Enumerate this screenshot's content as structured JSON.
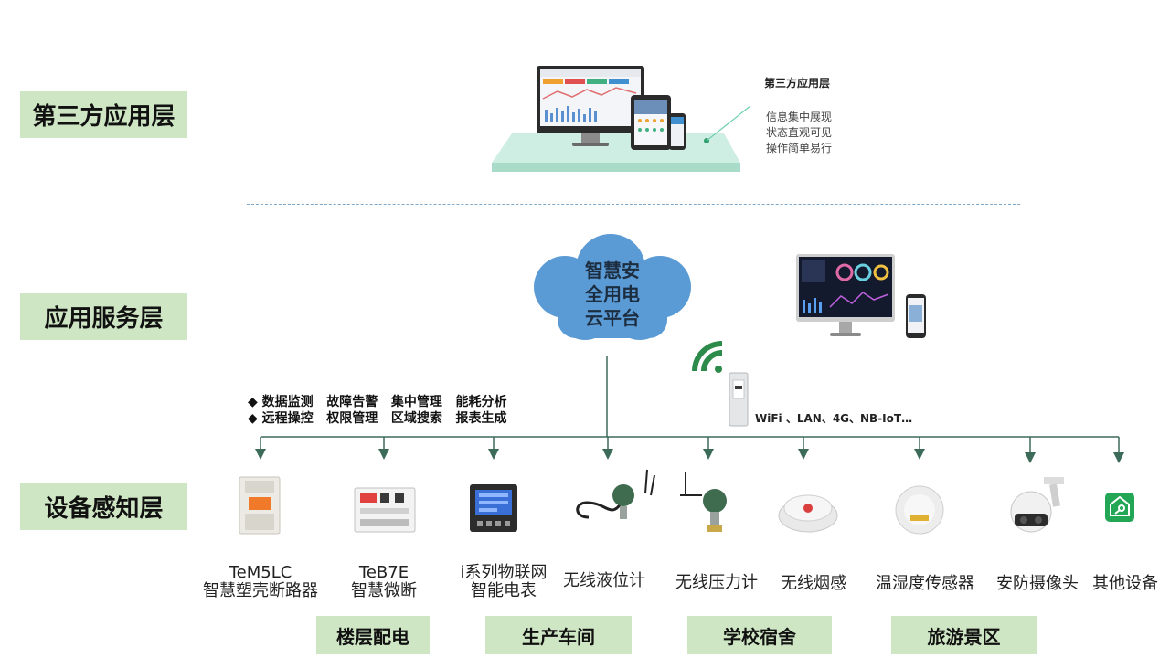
{
  "layers": {
    "third_party": "第三方应用层",
    "service": "应用服务层",
    "device": "设备感知层"
  },
  "third_party_panel": {
    "title": "第三方应用层",
    "lines": [
      "信息集中展现",
      "状态直观可见",
      "操作简单易行"
    ]
  },
  "cloud": {
    "lines": [
      "智慧安",
      "全用电",
      "云平台"
    ]
  },
  "features": {
    "row1": "◆ 数据监测   故障告警   集中管理   能耗分析",
    "row2": "◆ 远程操控   权限管理   区域搜索   报表生成"
  },
  "network_text": "WiFi 、LAN、4G、NB-IoT…",
  "devices": [
    {
      "line1": "TeM5LC",
      "line2": "智慧塑壳断路器",
      "icon": "molded-case-breaker-icon"
    },
    {
      "line1": "TeB7E",
      "line2": "智慧微断",
      "icon": "miniature-breaker-icon"
    },
    {
      "line1": "i系列物联网",
      "line2": "智能电表",
      "icon": "smart-meter-icon"
    },
    {
      "line1": "无线液位计",
      "line2": "",
      "icon": "level-meter-icon"
    },
    {
      "line1": "无线压力计",
      "line2": "",
      "icon": "pressure-gauge-icon"
    },
    {
      "line1": "无线烟感",
      "line2": "",
      "icon": "smoke-detector-icon"
    },
    {
      "line1": "温湿度传感器",
      "line2": "",
      "icon": "th-sensor-icon"
    },
    {
      "line1": "安防摄像头",
      "line2": "",
      "icon": "security-camera-icon"
    },
    {
      "line1": "其他设备",
      "line2": "",
      "icon": "other-device-icon"
    }
  ],
  "scenes": [
    "楼层配电",
    "生产车间",
    "学校宿舍",
    "旅游景区"
  ],
  "colors": {
    "label_bg": "#cfe6c4",
    "line": "#3d6b5a",
    "cloud": "#5b9bd5",
    "accent_green": "#2f9e6e"
  }
}
